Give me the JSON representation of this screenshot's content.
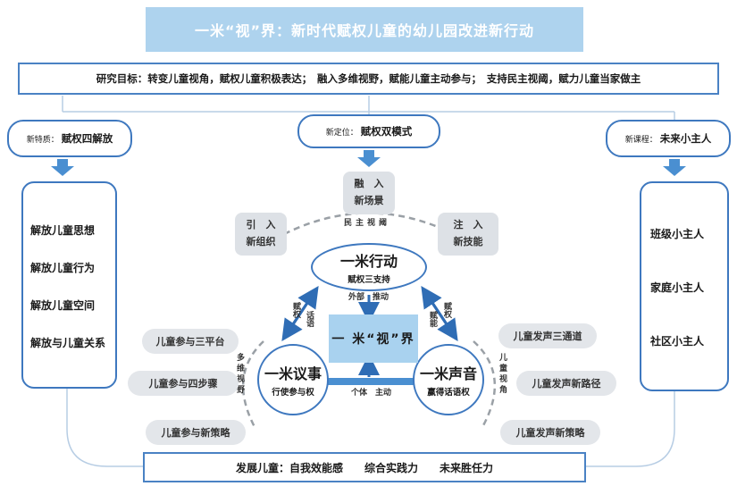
{
  "title": "一米“视”界：新时代赋权儿童的幼儿园改进新行动",
  "goal": "研究目标：转变儿童视角，赋权儿童积极表达；　融入多维视野，赋能儿童主动参与；　支持民主视阈，赋力儿童当家做主",
  "left_branch": {
    "prefix": "新特质：",
    "label": "赋权四解放",
    "items": [
      "解放儿童思想",
      "解放儿童行为",
      "解放儿童空间",
      "解放与儿童关系"
    ]
  },
  "center_branch": {
    "prefix": "新定位：",
    "label": "赋权双模式"
  },
  "right_branch": {
    "prefix": "新课程：",
    "label": "未来小主人",
    "items": [
      "班级小主人",
      "家庭小主人",
      "社区小主人"
    ]
  },
  "boxes": {
    "top": [
      "融　入",
      "新场景"
    ],
    "left": [
      "引　入",
      "新组织"
    ],
    "right": [
      "注　入",
      "新技能"
    ]
  },
  "circles": {
    "action": {
      "title": "一米行动",
      "sub": "赋权三支持"
    },
    "discuss": {
      "title": "一米议事",
      "sub": "行使参与权"
    },
    "voice": {
      "title": "一米声音",
      "sub": "赢得话语权"
    }
  },
  "center": "一 米“视”界",
  "arc_labels": {
    "top": "民主视阈",
    "left": "多维视野",
    "right": "儿童视角"
  },
  "arrow_labels": {
    "external": "外部　推动",
    "individual": "个体　主动",
    "left_pair": [
      "赋权",
      "话语"
    ],
    "right_pair": [
      "赋权",
      "赋能"
    ]
  },
  "left_pills": [
    "儿童参与三平台",
    "儿童参与四步骤",
    "儿童参与新策略"
  ],
  "right_pills": [
    "儿童发声三通道",
    "儿童发声新路径",
    "儿童发声新策略"
  ],
  "bottom": "发展儿童：自我效能感　　综合实践力　　未来胜任力",
  "colors": {
    "accent": "#3e78bf",
    "title_bg": "#aed3ee",
    "gray": "#dde1e6",
    "arrow": "#4a8fd1"
  }
}
